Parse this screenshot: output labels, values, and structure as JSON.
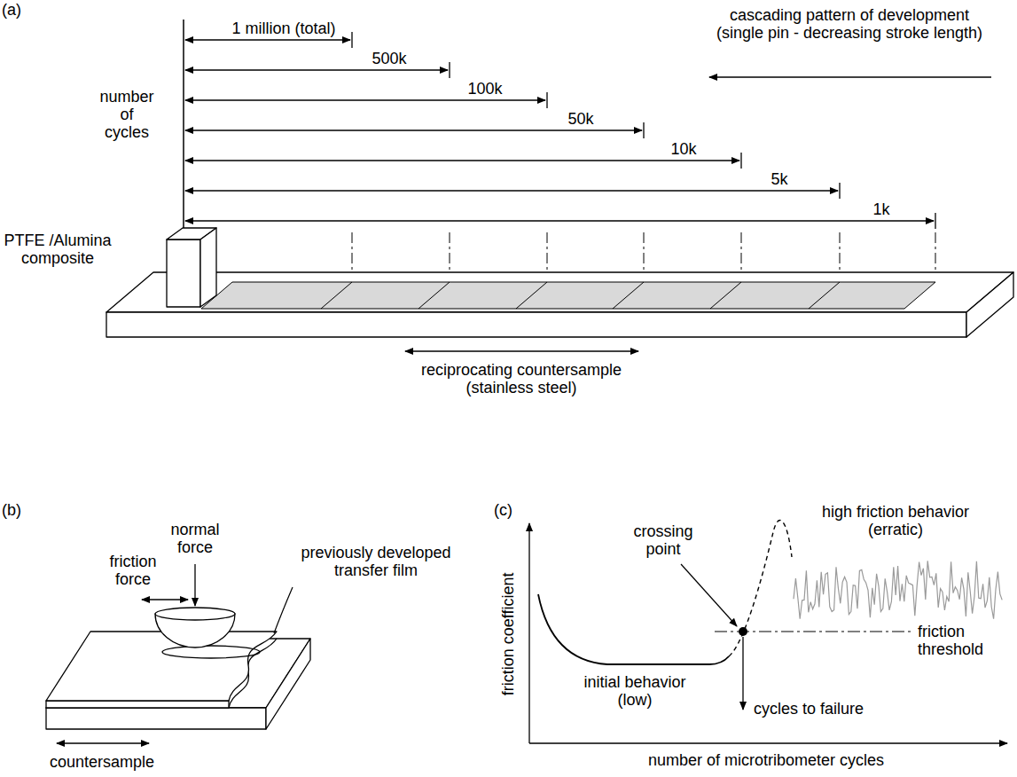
{
  "diagram": {
    "labels": [
      "(a)",
      "cascading pattern of development (single pin - decreasing stroke length)",
      "number of cycles",
      "1 million (total)",
      "500k",
      "100k",
      "50k",
      "10k",
      "5k",
      "1k",
      "PTFE /Alumina composite",
      "reciprocating countersample (stainless steel)",
      "(b)",
      "normal force",
      "friction force",
      "previously developed transfer film",
      "countersample",
      "(c)",
      "high friction behavior (erratic)",
      "crossing point",
      "friction threshold",
      "initial behavior (low)",
      "friction coefficient",
      "cycles to failure",
      "number of microtribometer cycles"
    ]
  }
}
